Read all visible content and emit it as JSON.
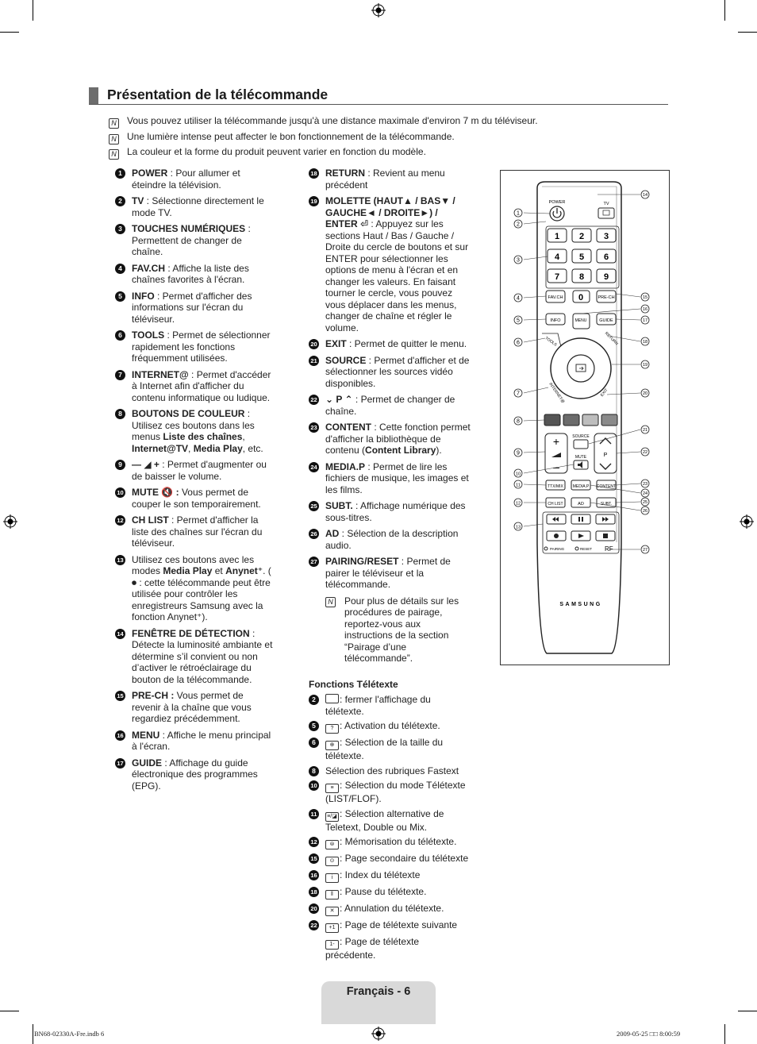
{
  "section": {
    "title": "Présentation de la télécommande"
  },
  "notes": [
    "Vous pouvez utiliser la télécommande jusqu'à une distance maximale d'environ 7 m du téléviseur.",
    "Une lumière intense peut affecter le bon fonctionnement de la télécommande.",
    "La couleur et la forme du produit peuvent varier en fonction du modèle."
  ],
  "note_icon": "N",
  "col1": [
    {
      "n": "1",
      "term": "POWER",
      "text": " : Pour allumer et éteindre la télévision."
    },
    {
      "n": "2",
      "term": "TV",
      "text": " : Sélectionne directement le mode TV."
    },
    {
      "n": "3",
      "term": "TOUCHES NUMÉRIQUES",
      "text": " : Permettent de changer de chaîne."
    },
    {
      "n": "4",
      "term": "FAV.CH",
      "text": " : Affiche la liste des chaînes favorites à l'écran."
    },
    {
      "n": "5",
      "term": "INFO",
      "text": " : Permet d'afficher des informations sur l'écran du téléviseur."
    },
    {
      "n": "6",
      "term": "TOOLS",
      "text": " : Permet de sélectionner rapidement les fonctions fréquemment utilisées."
    },
    {
      "n": "7",
      "term": "INTERNET@",
      "text": " : Permet d'accéder à Internet afin d'afficher du contenu informatique ou ludique."
    },
    {
      "n": "8",
      "term": "BOUTONS DE COULEUR",
      "text": " : Utilisez ces boutons dans les menus ",
      "b1": "Liste des chaînes",
      "t2": ", ",
      "b2": "Internet@TV",
      "t3": ", ",
      "b3": "Media Play",
      "t4": ", etc."
    },
    {
      "n": "9",
      "term": "— ◢ +",
      "text": " : Permet d'augmenter ou de baisser le volume."
    },
    {
      "n": "10",
      "term": "MUTE 🔇 :",
      "text": " Vous permet de couper le son temporairement."
    },
    {
      "n": "12",
      "term": "CH LIST",
      "text": " : Permet d'afficher la liste des chaînes sur l'écran du téléviseur."
    },
    {
      "n": "13",
      "term": "",
      "text": "Utilisez ces boutons avec les modes ",
      "b1": "Media Play",
      "t2": " et ",
      "b2": "Anynet⁺",
      "t3": ". ( ⏺ : cette télécommande peut être utilisée pour contrôler les enregistreurs Samsung avec la fonction Anynet⁺)."
    },
    {
      "n": "14",
      "term": "FENÊTRE DE DÉTECTION",
      "text": " : Détecte la luminosité ambiante et détermine s’il convient ou non d’activer le rétroéclairage du bouton de la télécommande."
    },
    {
      "n": "15",
      "term": "PRE-CH :",
      "text": " Vous permet de revenir à la chaîne que vous regardiez précédemment."
    },
    {
      "n": "16",
      "term": "MENU",
      "text": " : Affiche le menu principal à l'écran."
    },
    {
      "n": "17",
      "term": "GUIDE",
      "text": " : Affichage du guide électronique des programmes (EPG)."
    }
  ],
  "col2": [
    {
      "n": "18",
      "term": "RETURN",
      "text": " : Revient au menu précédent"
    },
    {
      "n": "19",
      "term": "MOLETTE (HAUT▲ / BAS▼ / GAUCHE◄ / DROITE►) / ENTER ⏎",
      "text": " : Appuyez sur les sections Haut / Bas / Gauche / Droite du cercle de boutons et sur ENTER pour sélectionner les options de menu à l'écran et en changer les valeurs. En faisant tourner le cercle, vous pouvez vous déplacer dans les menus, changer de chaîne et régler le volume."
    },
    {
      "n": "20",
      "term": "EXIT",
      "text": " : Permet de quitter le menu."
    },
    {
      "n": "21",
      "term": "SOURCE",
      "text": " : Permet d'afficher et de sélectionner les sources vidéo disponibles."
    },
    {
      "n": "22",
      "term": "⌄ P ⌃",
      "text": " : Permet de changer de chaîne."
    },
    {
      "n": "23",
      "term": "CONTENT",
      "text": " : Cette fonction permet d'afficher la bibliothèque de contenu (",
      "b1": "Content Library",
      "t2": ")."
    },
    {
      "n": "24",
      "term": "MEDIA.P",
      "text": " : Permet de lire les fichiers de musique, les images et les films."
    },
    {
      "n": "25",
      "term": "SUBT.",
      "text": " : Affichage numérique des sous-titres."
    },
    {
      "n": "26",
      "term": "AD",
      "text": " : Sélection de la description audio."
    },
    {
      "n": "27",
      "term": "PAIRING/RESET",
      "text": " : Permet de pairer le téléviseur et la télécommande."
    }
  ],
  "col2_subnote": "Pour plus de détails sur les procédures de pairage, reportez-vous aux instructions de la section “Pairage d’une télécommande”.",
  "teletext": {
    "title": "Fonctions Télétexte",
    "items": [
      {
        "n": "2",
        "icon": "",
        "text": ": fermer l'affichage du télétexte."
      },
      {
        "n": "5",
        "icon": "?",
        "text": ": Activation du télétexte."
      },
      {
        "n": "6",
        "icon": "⊕",
        "text": ": Sélection de la taille du télétexte."
      },
      {
        "n": "8",
        "icon": "",
        "text": "Sélection des rubriques Fastext"
      },
      {
        "n": "10",
        "icon": "≡",
        "text": ": Sélection du mode Télétexte (LIST/FLOF)."
      },
      {
        "n": "11",
        "icon": "≡/◪",
        "text": ": Sélection alternative de Teletext, Double ou Mix."
      },
      {
        "n": "12",
        "icon": "⊜",
        "text": ": Mémorisation du télétexte."
      },
      {
        "n": "15",
        "icon": "⊙",
        "text": ": Page secondaire du télétexte"
      },
      {
        "n": "16",
        "icon": "i",
        "text": ": Index du télétexte"
      },
      {
        "n": "18",
        "icon": "‖",
        "text": ": Pause du télétexte."
      },
      {
        "n": "20",
        "icon": "✕",
        "text": ": Annulation du télétexte."
      },
      {
        "n": "22",
        "icon": "+1",
        "text": ": Page de télétexte suivante"
      },
      {
        "n": "",
        "icon": "1-",
        "text": ": Page de télétexte précédente."
      }
    ]
  },
  "remote": {
    "power_label": "POWER",
    "tv_label": "TV",
    "digits": [
      "1",
      "2",
      "3",
      "4",
      "5",
      "6",
      "7",
      "8",
      "9"
    ],
    "zero": "0",
    "fav": "FAV.CH",
    "prech": "PRE-CH",
    "info": "INFO",
    "menu": "MENU",
    "guide": "GUIDE",
    "tools": "TOOLS",
    "return": "RETURN",
    "internet": "INTERNET@",
    "exit": "EXIT",
    "source": "SOURCE",
    "mute": "MUTE",
    "p": "P",
    "ttx": "TTX/MIX",
    "mediap": "MEDIA.P",
    "content": "CONTENT",
    "chlist": "CH LIST",
    "ad": "AD",
    "subt": "SUBT.",
    "pairing": "PAIRING",
    "reset": "RESET",
    "rf": "RF",
    "brand": "SAMSUNG",
    "callouts_left": [
      "1",
      "2",
      "3",
      "4",
      "5",
      "6",
      "7",
      "8",
      "9",
      "10",
      "11",
      "12",
      "13"
    ],
    "callouts_right": [
      "14",
      "15",
      "16",
      "17",
      "18",
      "19",
      "20",
      "21",
      "22",
      "23",
      "24",
      "25",
      "26",
      "27"
    ],
    "colors": {
      "red": "#555555",
      "green": "#6b6b6b",
      "yellow": "#bdbdbd",
      "blue": "#8a8a8a"
    }
  },
  "footer": {
    "page": "Français - 6"
  },
  "printline": {
    "left": "BN68-02330A-Fre.indb   6",
    "right": "2009-05-25   □□ 8:00:59"
  }
}
